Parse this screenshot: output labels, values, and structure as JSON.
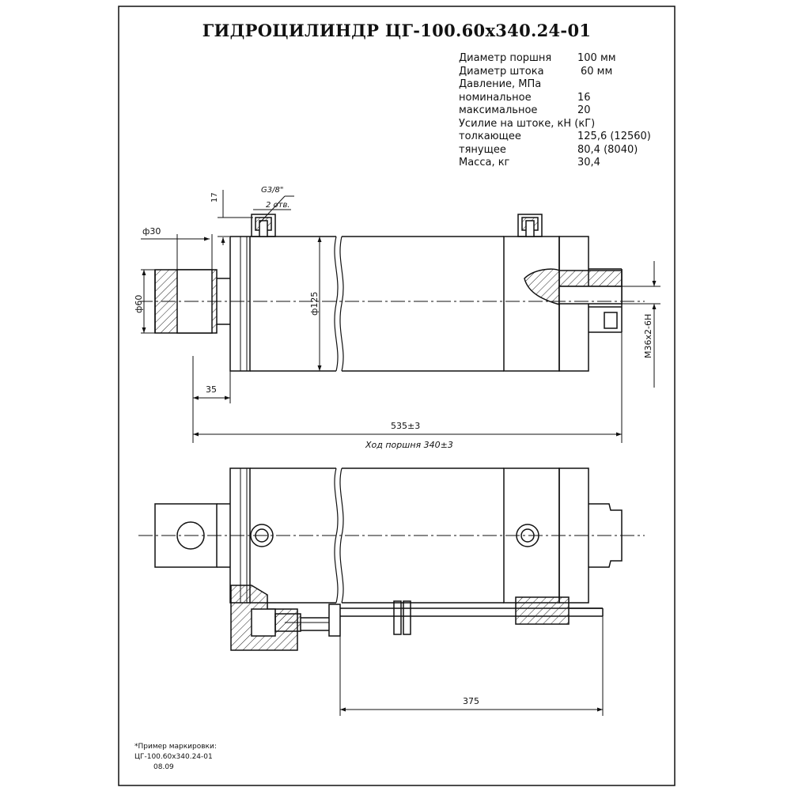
{
  "title": "ГИДРОЦИЛИНДР ЦГ-100.60х340.24-01",
  "specs": [
    {
      "label": "Диаметр поршня",
      "value": "100 мм",
      "offset": 0
    },
    {
      "label": "Диаметр штока",
      "value": "60 мм",
      "offset": 4
    },
    {
      "label": "Давление, МПа",
      "value": "",
      "offset": 0
    },
    {
      "label": "номинальное",
      "value": "16",
      "offset": 0
    },
    {
      "label": "максимальное",
      "value": "20",
      "offset": 0
    },
    {
      "label": "Усилие на штоке, кН (кГ)",
      "value": "",
      "offset": 0
    },
    {
      "label": "толкающее",
      "value": "125,6 (12560)",
      "offset": 0
    },
    {
      "label": "тянущее",
      "value": "80,4 (8040)",
      "offset": 0
    },
    {
      "label": "Масса, кг",
      "value": "30,4",
      "offset": 0
    }
  ],
  "dimensions": {
    "port_thread": "G3/8\"",
    "port_count": "2 отв.",
    "port_height": "17",
    "pin_diameter": "ф30",
    "eye_diameter": "ф60",
    "body_diameter": "ф125",
    "rod_thread": "M36х2-6H",
    "eye_offset": "35",
    "overall_length": "535±3",
    "stroke": "Ход поршня 340±3",
    "tube_length": "375"
  },
  "marking_note": {
    "heading": "*Пример маркировки:",
    "code": "ЦГ-100.60х340.24-01",
    "date": "08.09"
  }
}
